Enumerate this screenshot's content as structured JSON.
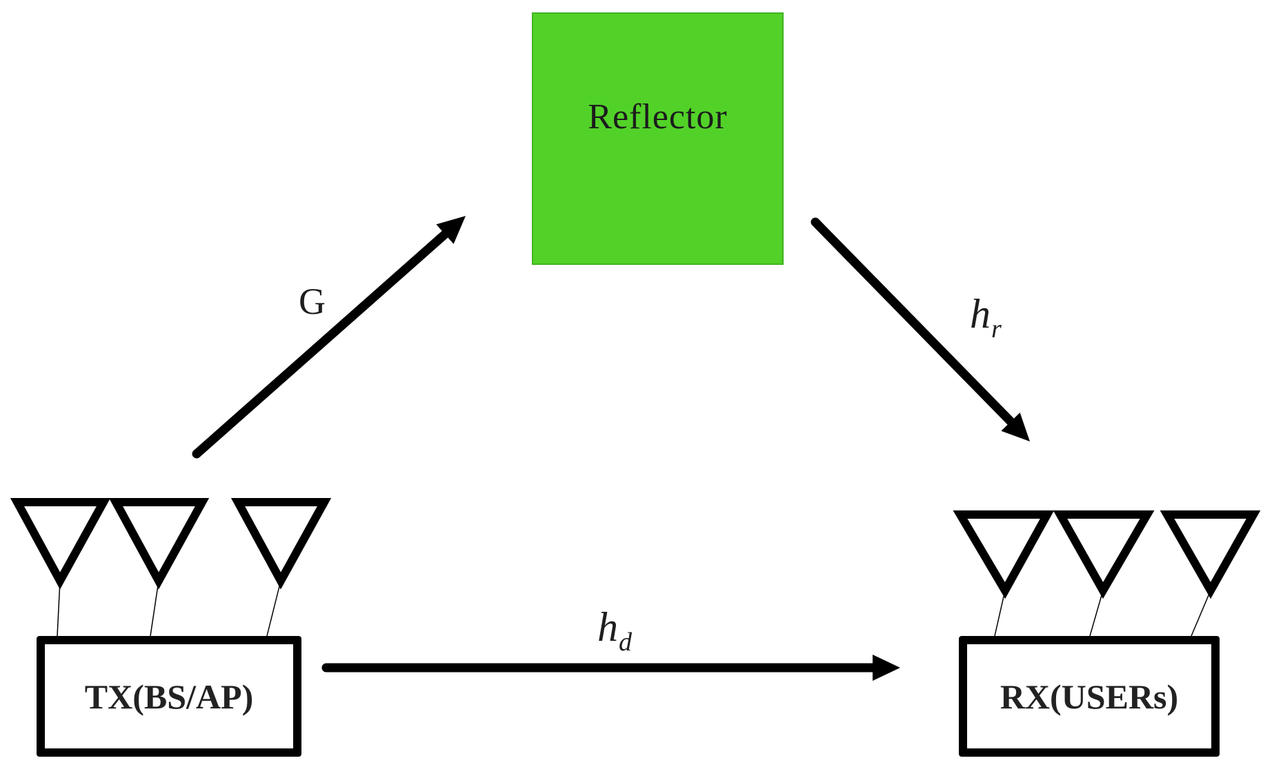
{
  "reflector": {
    "label": "Reflector",
    "fill": "#52d228",
    "border_color": "#3fb322"
  },
  "tx": {
    "label": "TX(BS/AP)",
    "antenna_count": 3
  },
  "rx": {
    "label": "RX(USERs)",
    "antenna_count": 3
  },
  "links": {
    "g": {
      "label": "G",
      "from": "TX(BS/AP)",
      "to": "Reflector"
    },
    "hr": {
      "base": "h",
      "sub": "r",
      "from": "Reflector",
      "to": "RX(USERs)"
    },
    "hd": {
      "base": "h",
      "sub": "d",
      "from": "TX(BS/AP)",
      "to": "RX(USERs)"
    }
  }
}
